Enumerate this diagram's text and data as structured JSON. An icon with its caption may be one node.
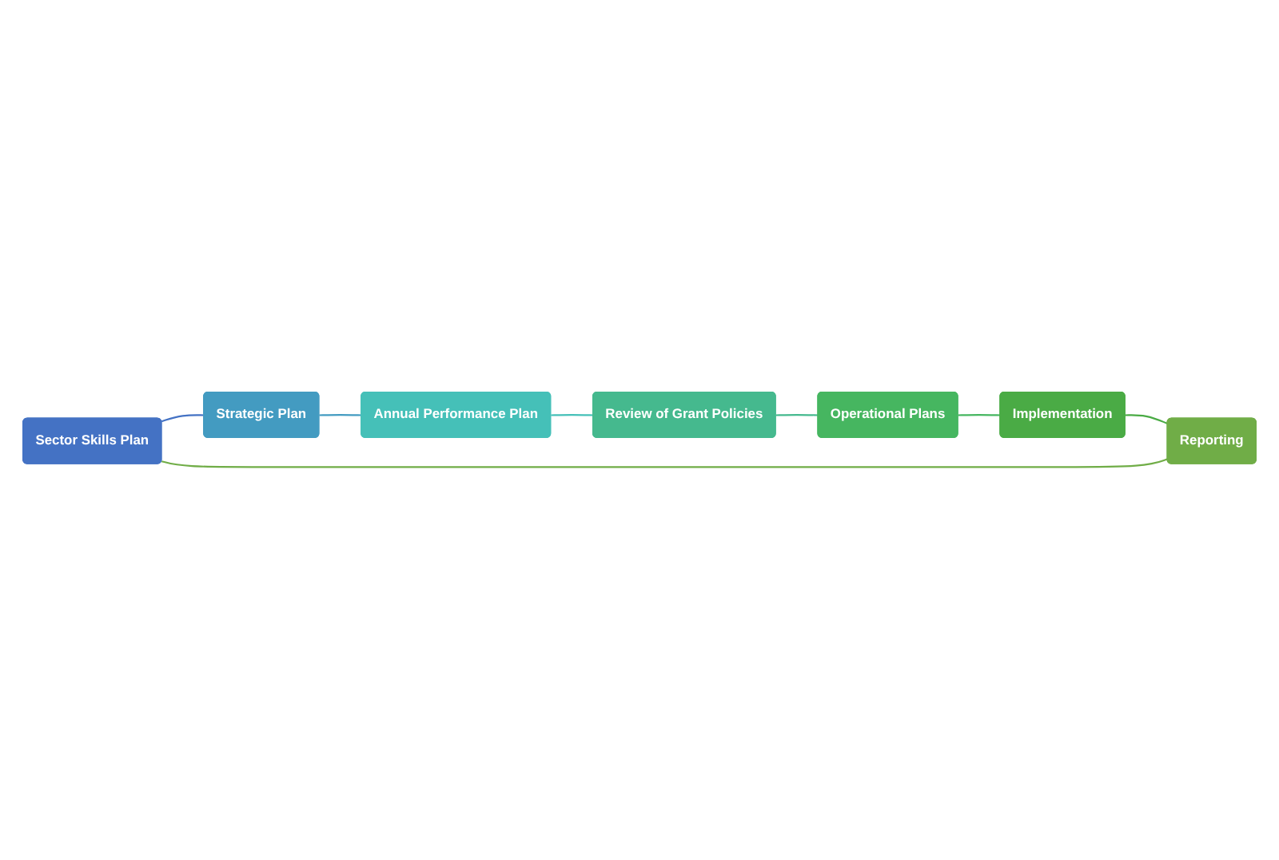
{
  "diagram": {
    "nodes": [
      {
        "text": [
          "Sector Skills Plan"
        ]
      },
      {
        "text": [
          "Strategic Plan"
        ]
      },
      {
        "text": [
          "Annual Performance Plan"
        ]
      },
      {
        "text": [
          "Review of Grant Policies"
        ]
      },
      {
        "text": [
          "Operational Plans"
        ]
      },
      {
        "text": [
          "Implementation"
        ]
      },
      {
        "text": [
          "Reporting"
        ]
      }
    ],
    "edges": [
      {
        "from": 0,
        "to": 1,
        "arrow": "none",
        "color": "#4472c4"
      },
      {
        "from": 1,
        "to": 2,
        "arrow": "none",
        "color": "#439bc1"
      },
      {
        "from": 2,
        "to": 3,
        "arrow": "none",
        "color": "#45c0b8"
      },
      {
        "from": 3,
        "to": 4,
        "arrow": "none",
        "color": "#45b98e"
      },
      {
        "from": 4,
        "to": 5,
        "arrow": "none",
        "color": "#46b660"
      },
      {
        "from": 5,
        "to": 6,
        "arrow": "none",
        "color": "#4aab45"
      },
      {
        "from": 6,
        "to": 0,
        "arrow": "none",
        "color": "#70ad47"
      }
    ]
  }
}
